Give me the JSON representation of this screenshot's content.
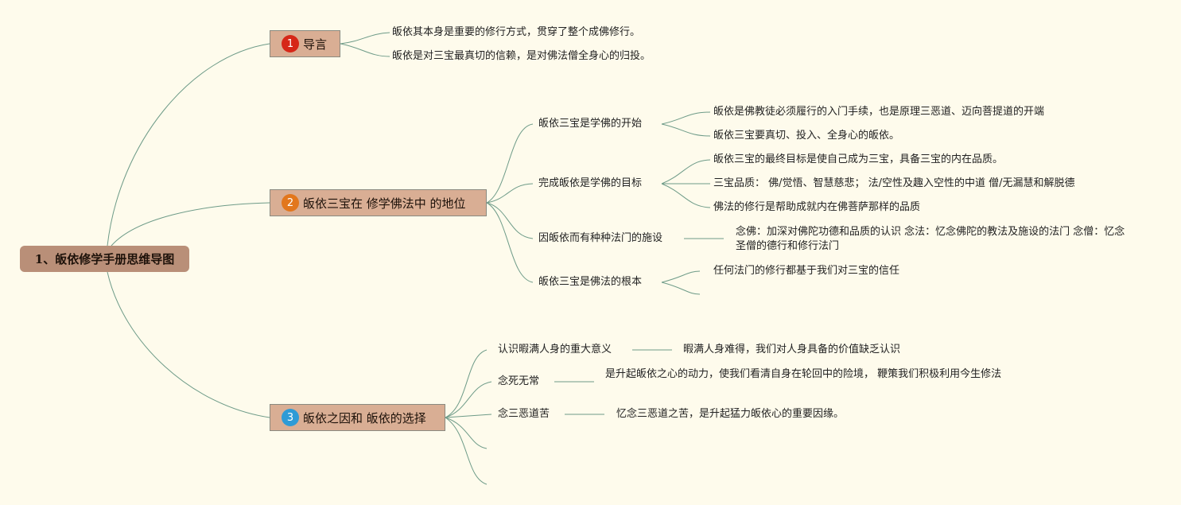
{
  "root": {
    "title": "1、皈依修学手册思维导图"
  },
  "colors": {
    "background": "#fefbec",
    "root_fill": "#b98f78",
    "branch_fill": "#d9ae94",
    "line": "#6e9b88",
    "badge_1": "#d62718",
    "badge_2": "#e2771d",
    "badge_3": "#2e9bd6"
  },
  "branches": [
    {
      "number": "1",
      "icon": "number-1-badge-icon",
      "label": "导言",
      "children": [
        {
          "label": "皈依其本身是重要的修行方式，贯穿了整个成佛修行。"
        },
        {
          "label": "皈依是对三宝最真切的信赖，是对佛法僧全身心的归投。"
        }
      ]
    },
    {
      "number": "2",
      "icon": "number-2-badge-icon",
      "label": "皈依三宝在 修学佛法中 的地位",
      "children": [
        {
          "label": "皈依三宝是学佛的开始",
          "children": [
            {
              "label": "皈依是佛教徒必须履行的入门手续，也是原理三恶道、迈向菩提道的开端"
            },
            {
              "label": "皈依三宝要真切、投入、全身心的皈依。"
            }
          ]
        },
        {
          "label": "完成皈依是学佛的目标",
          "children": [
            {
              "label": "皈依三宝的最终目标是使自己成为三宝，具备三宝的内在品质。"
            },
            {
              "label": "三宝品质： 佛/觉悟、智慧慈悲； 法/空性及趣入空性的中道 僧/无漏慧和解脱德"
            },
            {
              "label": "佛法的修行是帮助成就内在佛菩萨那样的品质"
            }
          ]
        },
        {
          "label": "因皈依而有种种法门的施设",
          "children": [
            {
              "label": "念佛：加深对佛陀功德和品质的认识 念法：忆念佛陀的教法及施设的法门 念僧：忆念圣僧的德行和修行法门"
            }
          ]
        },
        {
          "label": "皈依三宝是佛法的根本",
          "children": [
            {
              "label": "任何法门的修行都基于我们对三宝的信任"
            },
            {
              "label": ""
            }
          ]
        }
      ]
    },
    {
      "number": "3",
      "icon": "number-3-badge-icon",
      "label": "皈依之因和 皈依的选择",
      "children": [
        {
          "label": "认识暇满人身的重大意义",
          "children": [
            {
              "label": "暇满人身难得，我们对人身具备的价值缺乏认识"
            }
          ]
        },
        {
          "label": "念死无常",
          "children": [
            {
              "label": "是升起皈依之心的动力，使我们看清自身在轮回中的险境， 鞭策我们积极利用今生修法"
            }
          ]
        },
        {
          "label": "念三恶道苦",
          "children": [
            {
              "label": "忆念三恶道之苦，是升起猛力皈依心的重要因缘。"
            }
          ]
        },
        {
          "label": ""
        },
        {
          "label": ""
        }
      ]
    }
  ]
}
